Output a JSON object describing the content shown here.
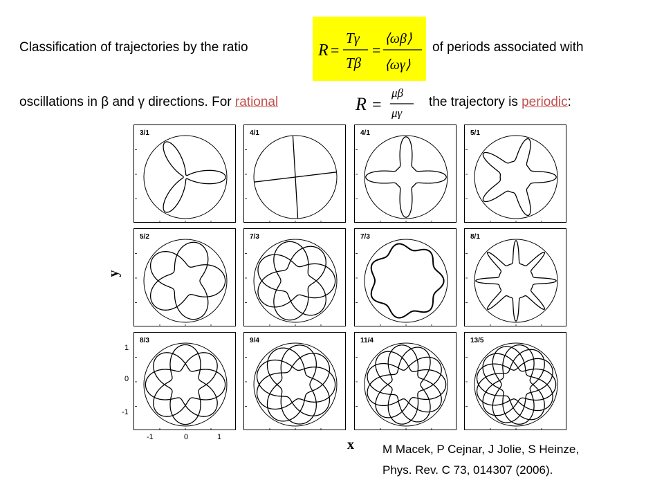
{
  "header": {
    "line1_start": "Classification of trajectories by the ratio",
    "line1_end": "of periods associated with",
    "line2_start": "oscillations in β and γ directions. For",
    "line2_link1": "rational",
    "line2_mid": "the trajectory is",
    "line2_link2": "periodic",
    "line2_end": ":"
  },
  "formula_main": {
    "lhs": "R",
    "num1": "Tγ",
    "den1": "Tβ",
    "num2": "⟨ωβ⟩",
    "den2": "⟨ωγ⟩",
    "highlight_color": "#ffff00"
  },
  "formula_rational": {
    "lhs": "R",
    "num": "μβ",
    "den": "μγ"
  },
  "figure": {
    "y_axis_label": "y",
    "x_axis_label": "x",
    "y_ticks": [
      "1",
      "0",
      "-1"
    ],
    "x_ticks": [
      "-1",
      "0",
      "1"
    ],
    "panels": [
      {
        "label": "3/1",
        "type": "star",
        "p": 3,
        "q": 1
      },
      {
        "label": "4/1",
        "type": "cross",
        "p": 4,
        "q": 1
      },
      {
        "label": "4/1",
        "type": "star",
        "p": 4,
        "q": 1
      },
      {
        "label": "5/1",
        "type": "star",
        "p": 5,
        "q": 1
      },
      {
        "label": "5/2",
        "type": "rosette",
        "p": 5,
        "q": 2
      },
      {
        "label": "7/3",
        "type": "rosette",
        "p": 7,
        "q": 3
      },
      {
        "label": "7/3",
        "type": "ring",
        "p": 7,
        "q": 3
      },
      {
        "label": "8/1",
        "type": "star",
        "p": 8,
        "q": 1
      },
      {
        "label": "8/3",
        "type": "rosette",
        "p": 8,
        "q": 3
      },
      {
        "label": "9/4",
        "type": "rosette",
        "p": 9,
        "q": 4
      },
      {
        "label": "11/4",
        "type": "rosette",
        "p": 11,
        "q": 4
      },
      {
        "label": "13/5",
        "type": "rosette",
        "p": 13,
        "q": 5
      }
    ]
  },
  "citation": {
    "line1": "M Macek, P Cejnar, J Jolie, S Heinze,",
    "line2": "Phys. Rev. C 73, 014307 (2006)."
  }
}
